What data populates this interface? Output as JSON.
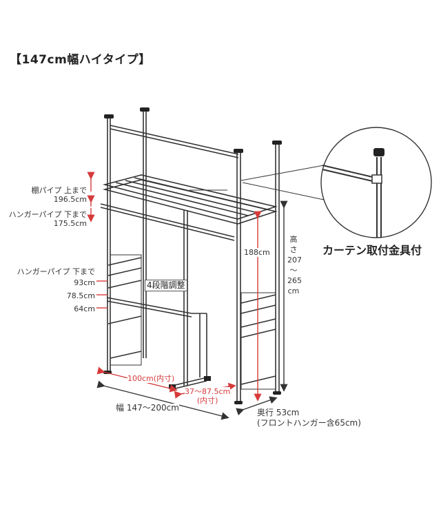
{
  "title": "【147cm幅ハイタイプ】",
  "callout": {
    "label": "カーテン取付金具付",
    "icon": "curtain-bracket-detail"
  },
  "labels": {
    "shelf_pipe_1": "棚パイプ 上まで",
    "shelf_pipe_2": "196.5cm",
    "hanger_upper_1": "ハンガーパイプ 下まで",
    "hanger_upper_2": "175.5cm",
    "hanger_lower_1": "ハンガーパイプ 下まで",
    "hanger_lower_2": "93cm",
    "hanger_lower_3": "78.5cm",
    "hanger_lower_4": "64cm",
    "step_adjust": "4段階調整",
    "inner_height": "188cm",
    "height_1": "高",
    "height_2": "さ",
    "height_3": "207",
    "height_4": "〜",
    "height_5": "265",
    "height_6": "cm",
    "inner_width_1": "100cm(内寸)",
    "inner_depth_1": "37〜87.5cm",
    "inner_depth_2": "(内寸)",
    "width": "幅 147〜200cm",
    "depth_1": "奥行 53cm",
    "depth_2": "(フロントハンガー含65cm)"
  },
  "colors": {
    "frame": "#333333",
    "dimension_red": "#d63a3a",
    "text": "#222222"
  }
}
